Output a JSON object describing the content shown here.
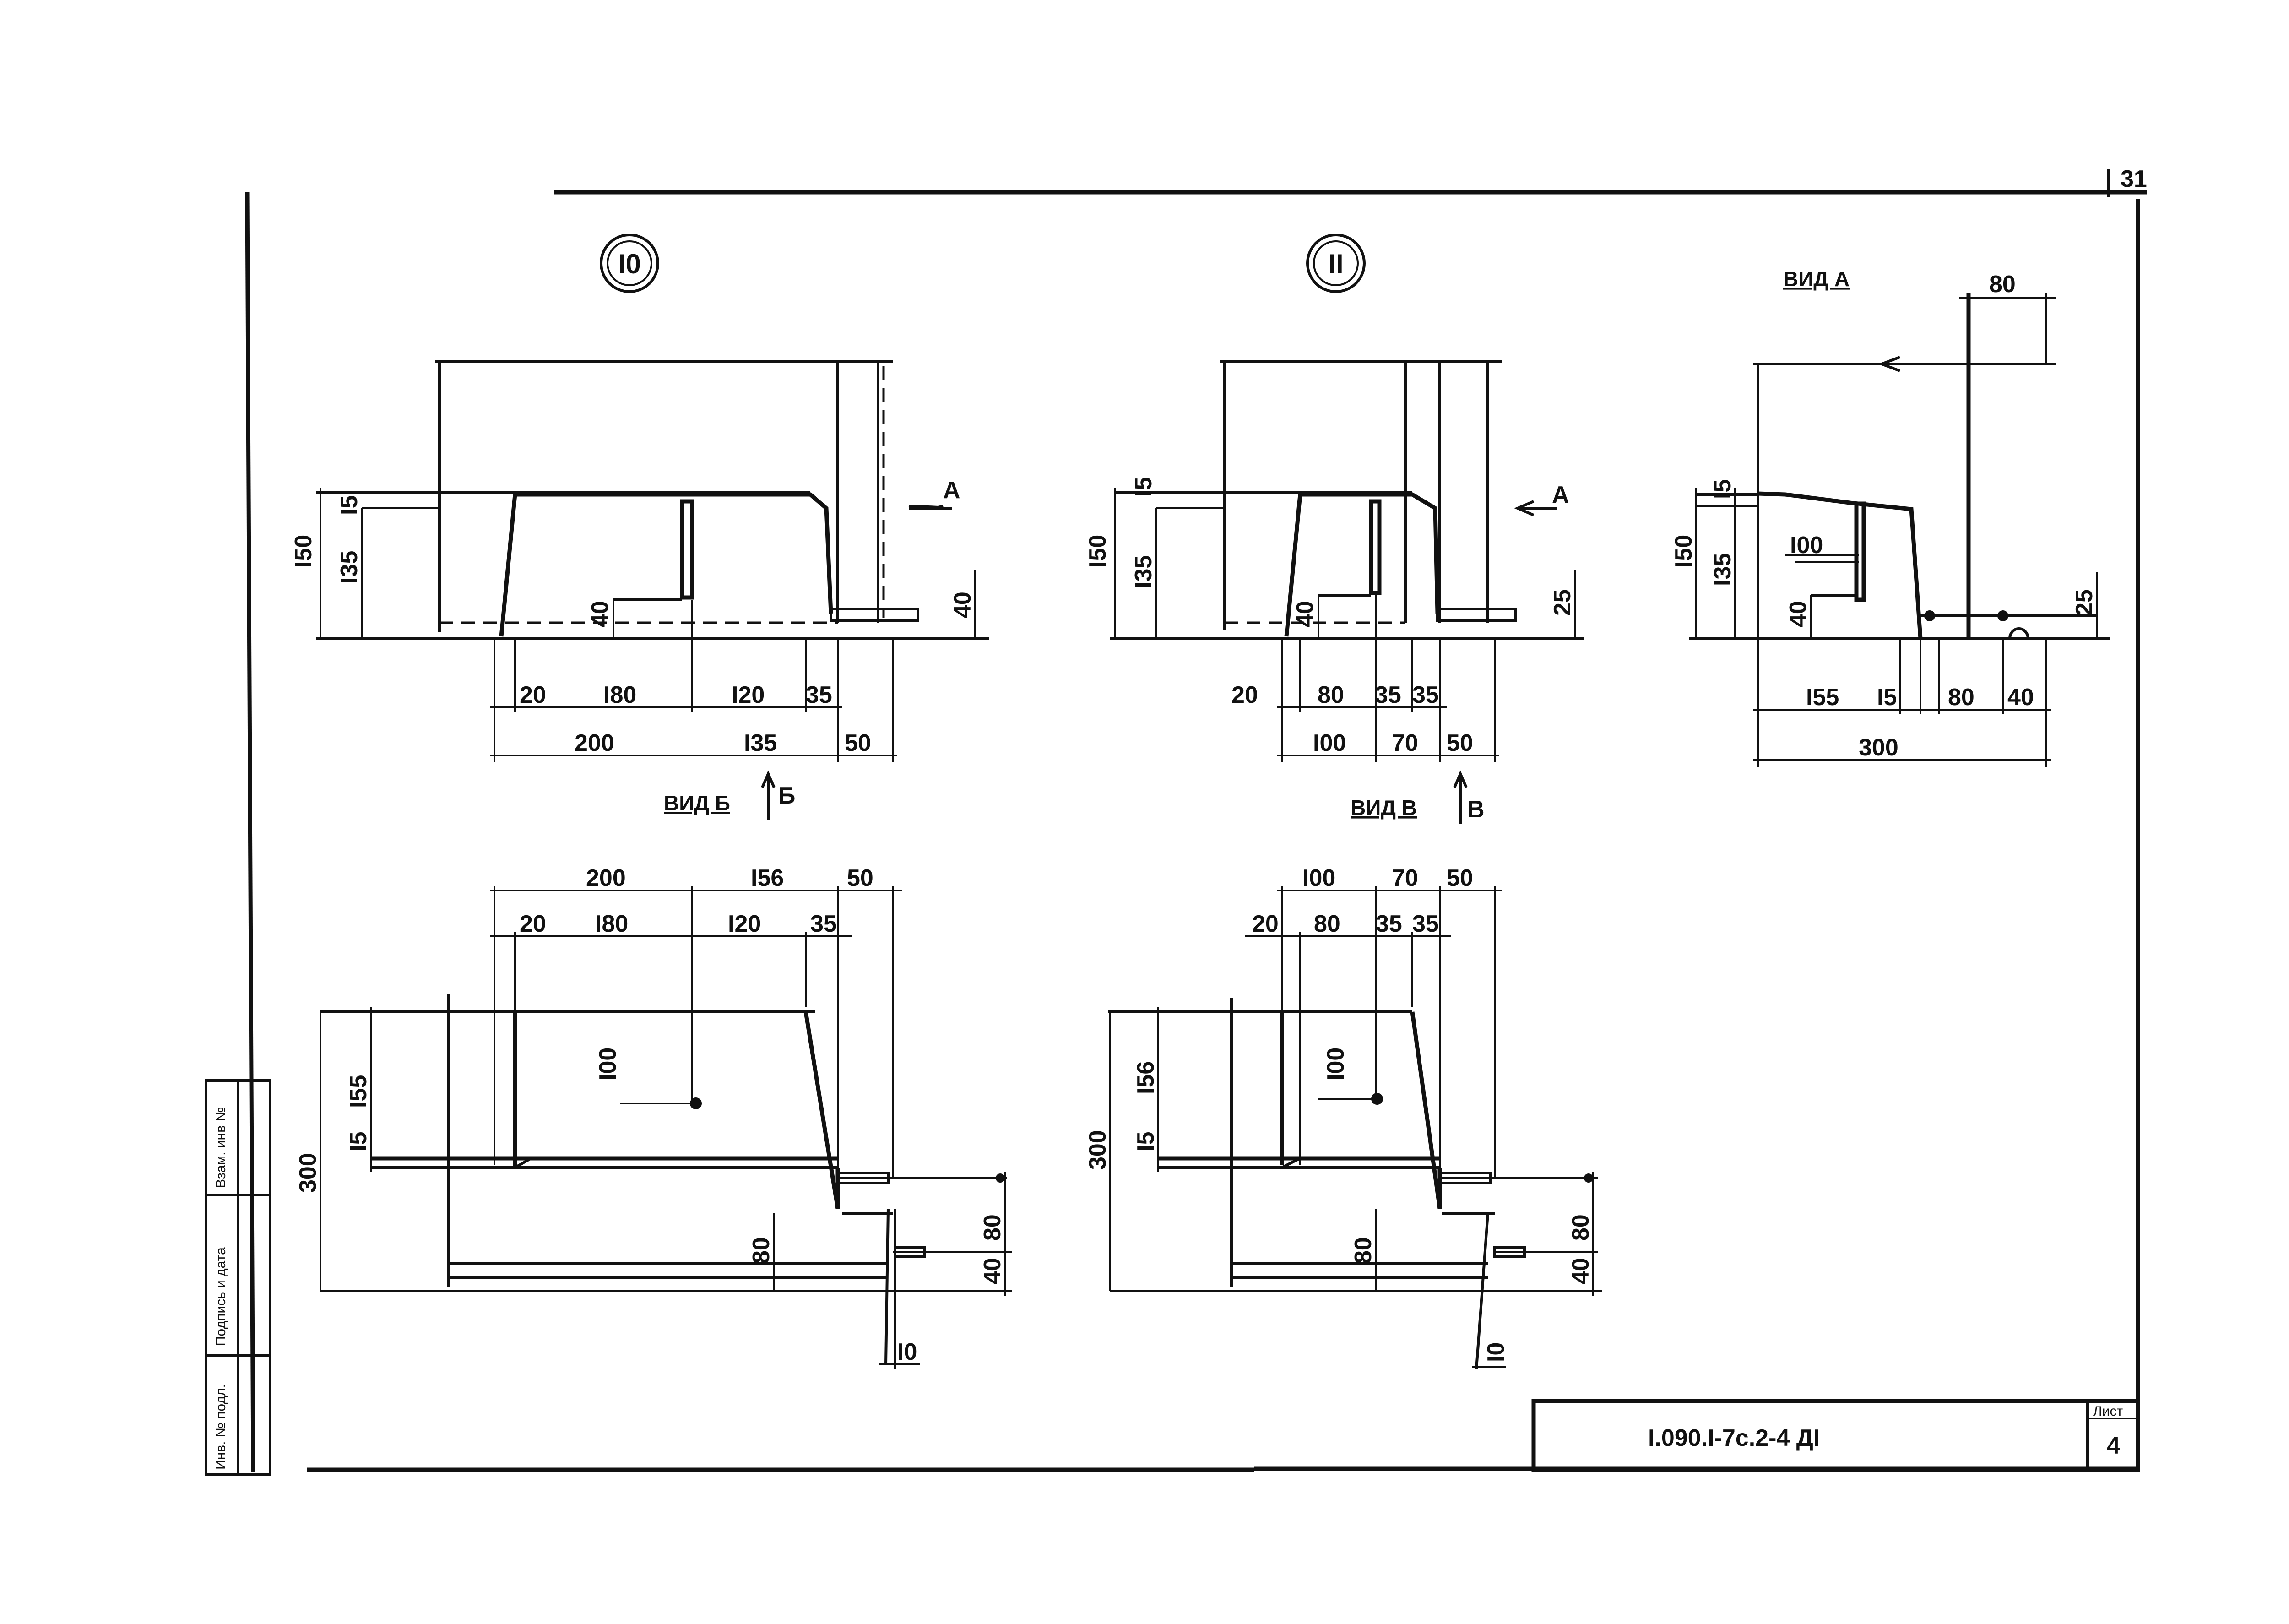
{
  "sheet": {
    "page_corner": "31",
    "doc_code": "I.090.I-7c.2-4 ДI",
    "sheet_label": "Лист",
    "sheet_no": "4",
    "side_stamp": [
      "Инв. № подл.",
      "Подпись и дата",
      "Взам. инв №"
    ]
  },
  "callouts": {
    "node10": "I0",
    "node11": "II"
  },
  "views": {
    "arrow_a": "А",
    "arrow_b": "Б",
    "arrow_v": "В",
    "view_a_title": "ВИД А",
    "view_b_title_left": "ВИД Б",
    "view_b_title_right": "ВИД В"
  },
  "dims": {
    "n10_top": {
      "h150": "I50",
      "h135": "I35",
      "h15": "I5",
      "h40": "40",
      "r40": "40",
      "b20": "20",
      "b180": "I80",
      "b120": "I20",
      "b35": "35",
      "t200": "200",
      "t135": "I35",
      "t50": "50"
    },
    "n11_top": {
      "h150": "I50",
      "h135": "I35",
      "h15": "I5",
      "h40": "40",
      "r25": "25",
      "b20": "20",
      "b80": "80",
      "b35a": "35",
      "b35b": "35",
      "t100": "I00",
      "t70": "70",
      "t50": "50"
    },
    "viewA": {
      "h150": "I50",
      "h135": "I35",
      "h15": "I5",
      "h40": "40",
      "h100": "I00",
      "r25": "25",
      "top80": "80",
      "b155": "I55",
      "b15": "I5",
      "b80": "80",
      "b40": "40",
      "t300": "300"
    },
    "n10_bot": {
      "t200": "200",
      "t156": "I56",
      "t50": "50",
      "b20": "20",
      "b180": "I80",
      "b120": "I20",
      "b35": "35",
      "v300": "300",
      "v155": "I55",
      "v15": "I5",
      "v100": "I00",
      "v80a": "80",
      "r80": "80",
      "r40": "40",
      "r10": "I0"
    },
    "n11_bot": {
      "t100": "I00",
      "t70": "70",
      "t50": "50",
      "b20": "20",
      "b80": "80",
      "b35a": "35",
      "b35b": "35",
      "v300": "300",
      "v156": "I56",
      "v15": "I5",
      "v100": "I00",
      "v80a": "80",
      "r80": "80",
      "r40": "40",
      "r10": "I0"
    }
  }
}
